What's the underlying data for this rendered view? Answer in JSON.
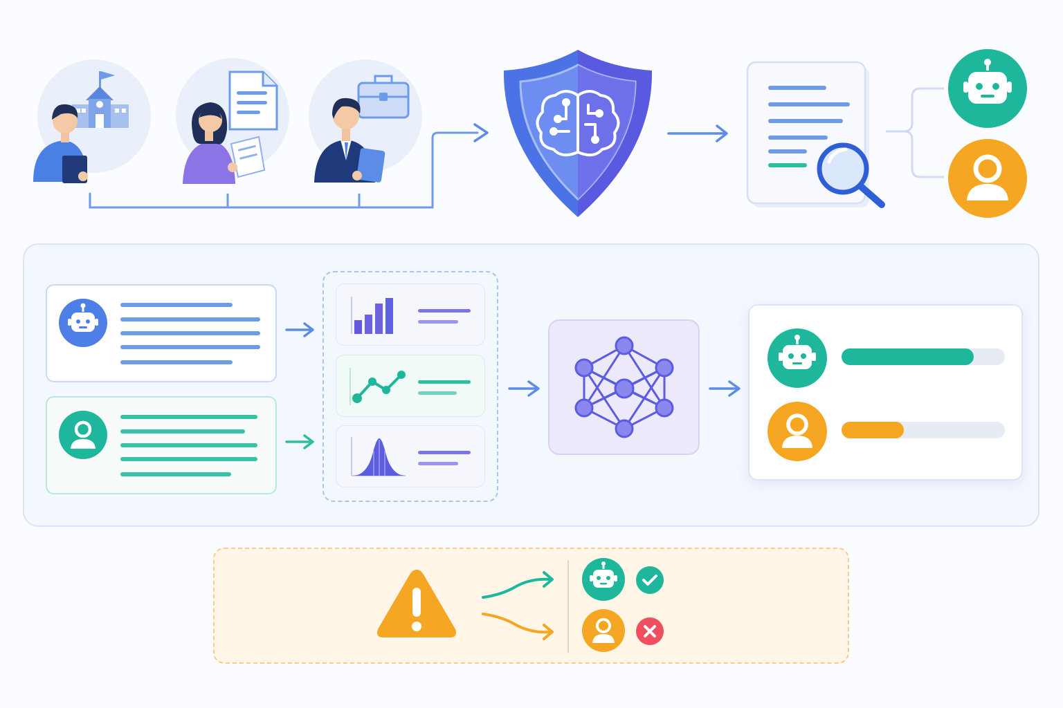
{
  "colors": {
    "primary_blue": "#4d7fe6",
    "indigo": "#5b5ce0",
    "teal": "#1fb79b",
    "orange": "#f5a623",
    "red": "#ef4f5f",
    "panel_bg": "#f3f7fe",
    "alert_bg": "#fff6e8"
  },
  "top_row": {
    "sources": [
      {
        "icon": "school-building-icon",
        "person": "student-with-tablet"
      },
      {
        "icon": "document-icon",
        "person": "woman-holding-paper"
      },
      {
        "icon": "briefcase-icon",
        "person": "businessman-with-folder"
      }
    ],
    "center_icon": "brain-shield-icon",
    "review_icon": "document-magnifier-icon",
    "outputs": [
      "robot-avatar-icon",
      "user-avatar-icon"
    ]
  },
  "detection_panel": {
    "inputs": [
      {
        "type": "ai",
        "icon": "robot-avatar-icon"
      },
      {
        "type": "human",
        "icon": "user-avatar-icon"
      }
    ],
    "features": [
      "bar-chart-icon",
      "line-chart-icon",
      "distribution-curve-icon"
    ],
    "model_icon": "neural-network-icon",
    "scores": [
      {
        "icon": "robot-avatar-icon",
        "value": 0.81,
        "color": "#1fb79b"
      },
      {
        "icon": "user-avatar-icon",
        "value": 0.38,
        "color": "#f5a623"
      }
    ]
  },
  "alert_panel": {
    "icon": "warning-triangle-icon",
    "outcomes": [
      {
        "avatar": "robot-avatar-icon",
        "status": "check-icon",
        "color": "#1fb79b"
      },
      {
        "avatar": "user-avatar-icon",
        "status": "cross-icon",
        "color": "#ef4f5f"
      }
    ]
  }
}
